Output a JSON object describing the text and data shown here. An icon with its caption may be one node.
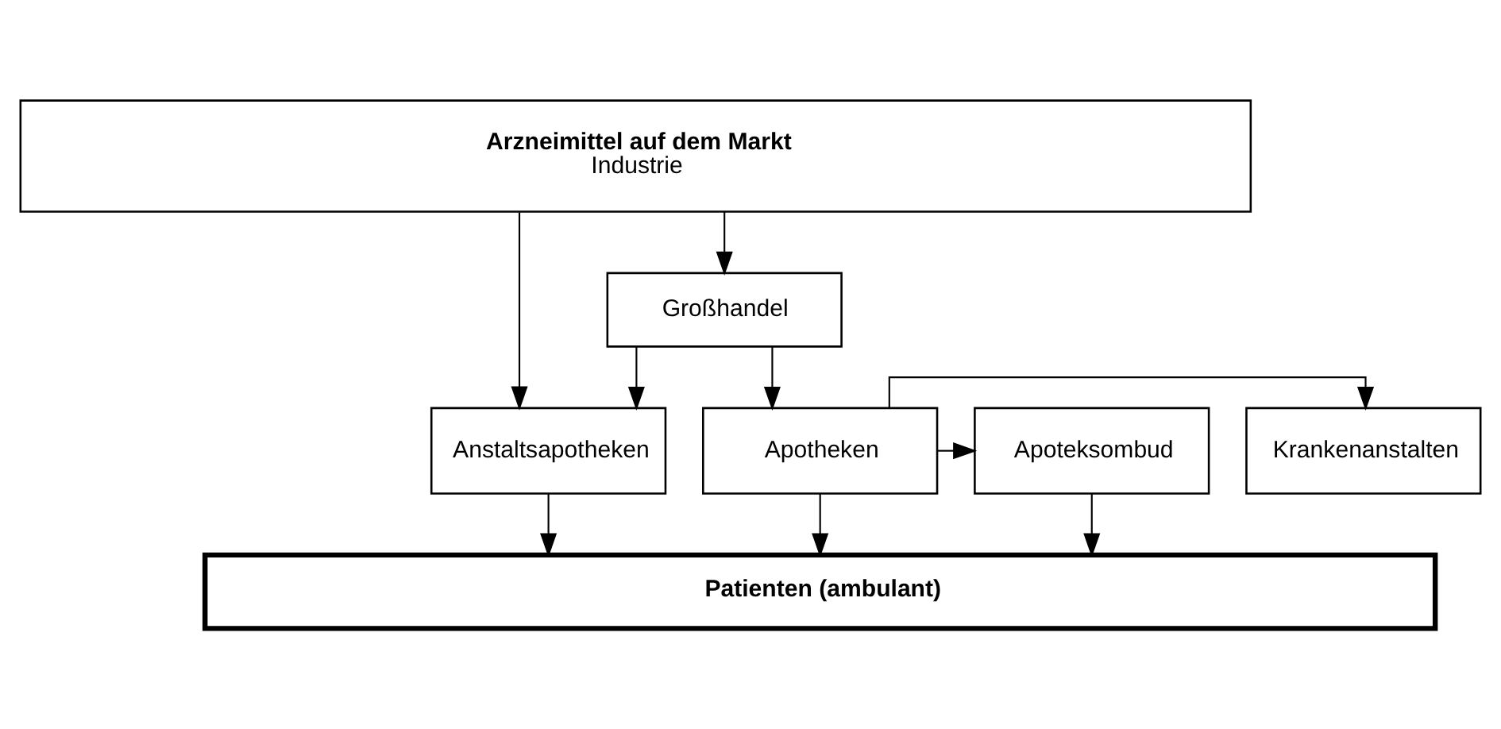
{
  "diagram": {
    "nodes": [
      {
        "text": [
          "Arzneimittel auf dem Markt",
          "Industrie"
        ]
      },
      {
        "text": [
          "Großhandel"
        ]
      },
      {
        "text": [
          "Krankenanstalten"
        ]
      },
      {
        "text": [
          "Anstaltsapotheken"
        ]
      },
      {
        "text": [
          "Apotheken"
        ]
      },
      {
        "text": [
          "Apoteksombud"
        ]
      },
      {
        "text": [
          "Patienten (ambulant)"
        ]
      }
    ],
    "edges": [
      {
        "from": 0,
        "to": 1,
        "arrow": "to"
      },
      {
        "from": 0,
        "to": 3,
        "arrow": "to"
      },
      {
        "from": 1,
        "to": 3,
        "arrow": "to"
      },
      {
        "from": 1,
        "to": 4,
        "arrow": "to"
      },
      {
        "from": 4,
        "to": 2,
        "arrow": "to"
      },
      {
        "from": 4,
        "to": 5,
        "arrow": "to"
      },
      {
        "from": 3,
        "to": 6,
        "arrow": "to"
      },
      {
        "from": 4,
        "to": 6,
        "arrow": "to"
      },
      {
        "from": 5,
        "to": 6,
        "arrow": "to"
      }
    ]
  }
}
